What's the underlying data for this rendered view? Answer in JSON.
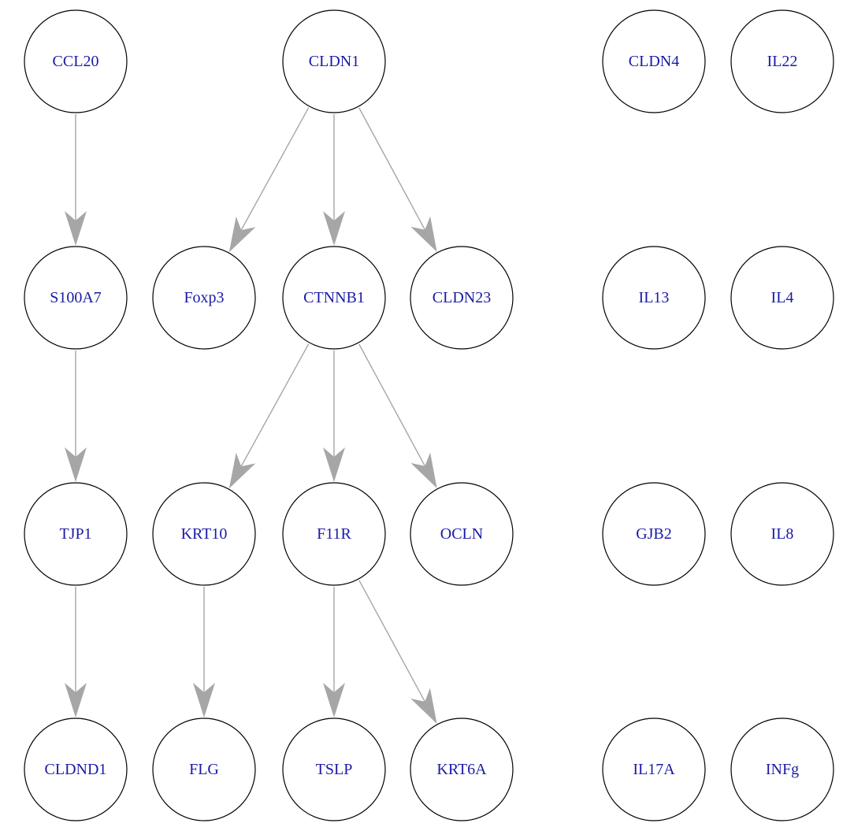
{
  "colors": {
    "edge": "#a6a6a6",
    "label": "#1a1aa6",
    "node_stroke": "#000000"
  },
  "nodes": [
    {
      "id": "CCL20",
      "label": "CCL20"
    },
    {
      "id": "CLDN1",
      "label": "CLDN1"
    },
    {
      "id": "CLDN4",
      "label": "CLDN4"
    },
    {
      "id": "IL22",
      "label": "IL22"
    },
    {
      "id": "S100A7",
      "label": "S100A7"
    },
    {
      "id": "Foxp3",
      "label": "Foxp3"
    },
    {
      "id": "CTNNB1",
      "label": "CTNNB1"
    },
    {
      "id": "CLDN23",
      "label": "CLDN23"
    },
    {
      "id": "IL13",
      "label": "IL13"
    },
    {
      "id": "IL4",
      "label": "IL4"
    },
    {
      "id": "TJP1",
      "label": "TJP1"
    },
    {
      "id": "KRT10",
      "label": "KRT10"
    },
    {
      "id": "F11R",
      "label": "F11R"
    },
    {
      "id": "OCLN",
      "label": "OCLN"
    },
    {
      "id": "GJB2",
      "label": "GJB2"
    },
    {
      "id": "IL8",
      "label": "IL8"
    },
    {
      "id": "CLDND1",
      "label": "CLDND1"
    },
    {
      "id": "FLG",
      "label": "FLG"
    },
    {
      "id": "TSLP",
      "label": "TSLP"
    },
    {
      "id": "KRT6A",
      "label": "KRT6A"
    },
    {
      "id": "IL17A",
      "label": "IL17A"
    },
    {
      "id": "INFg",
      "label": "INFg"
    }
  ],
  "edges": [
    {
      "from": "CCL20",
      "to": "S100A7"
    },
    {
      "from": "S100A7",
      "to": "TJP1"
    },
    {
      "from": "TJP1",
      "to": "CLDND1"
    },
    {
      "from": "CLDN1",
      "to": "Foxp3"
    },
    {
      "from": "CLDN1",
      "to": "CTNNB1"
    },
    {
      "from": "CLDN1",
      "to": "CLDN23"
    },
    {
      "from": "CTNNB1",
      "to": "KRT10"
    },
    {
      "from": "CTNNB1",
      "to": "F11R"
    },
    {
      "from": "CTNNB1",
      "to": "OCLN"
    },
    {
      "from": "KRT10",
      "to": "FLG"
    },
    {
      "from": "F11R",
      "to": "TSLP"
    },
    {
      "from": "F11R",
      "to": "KRT6A"
    }
  ]
}
